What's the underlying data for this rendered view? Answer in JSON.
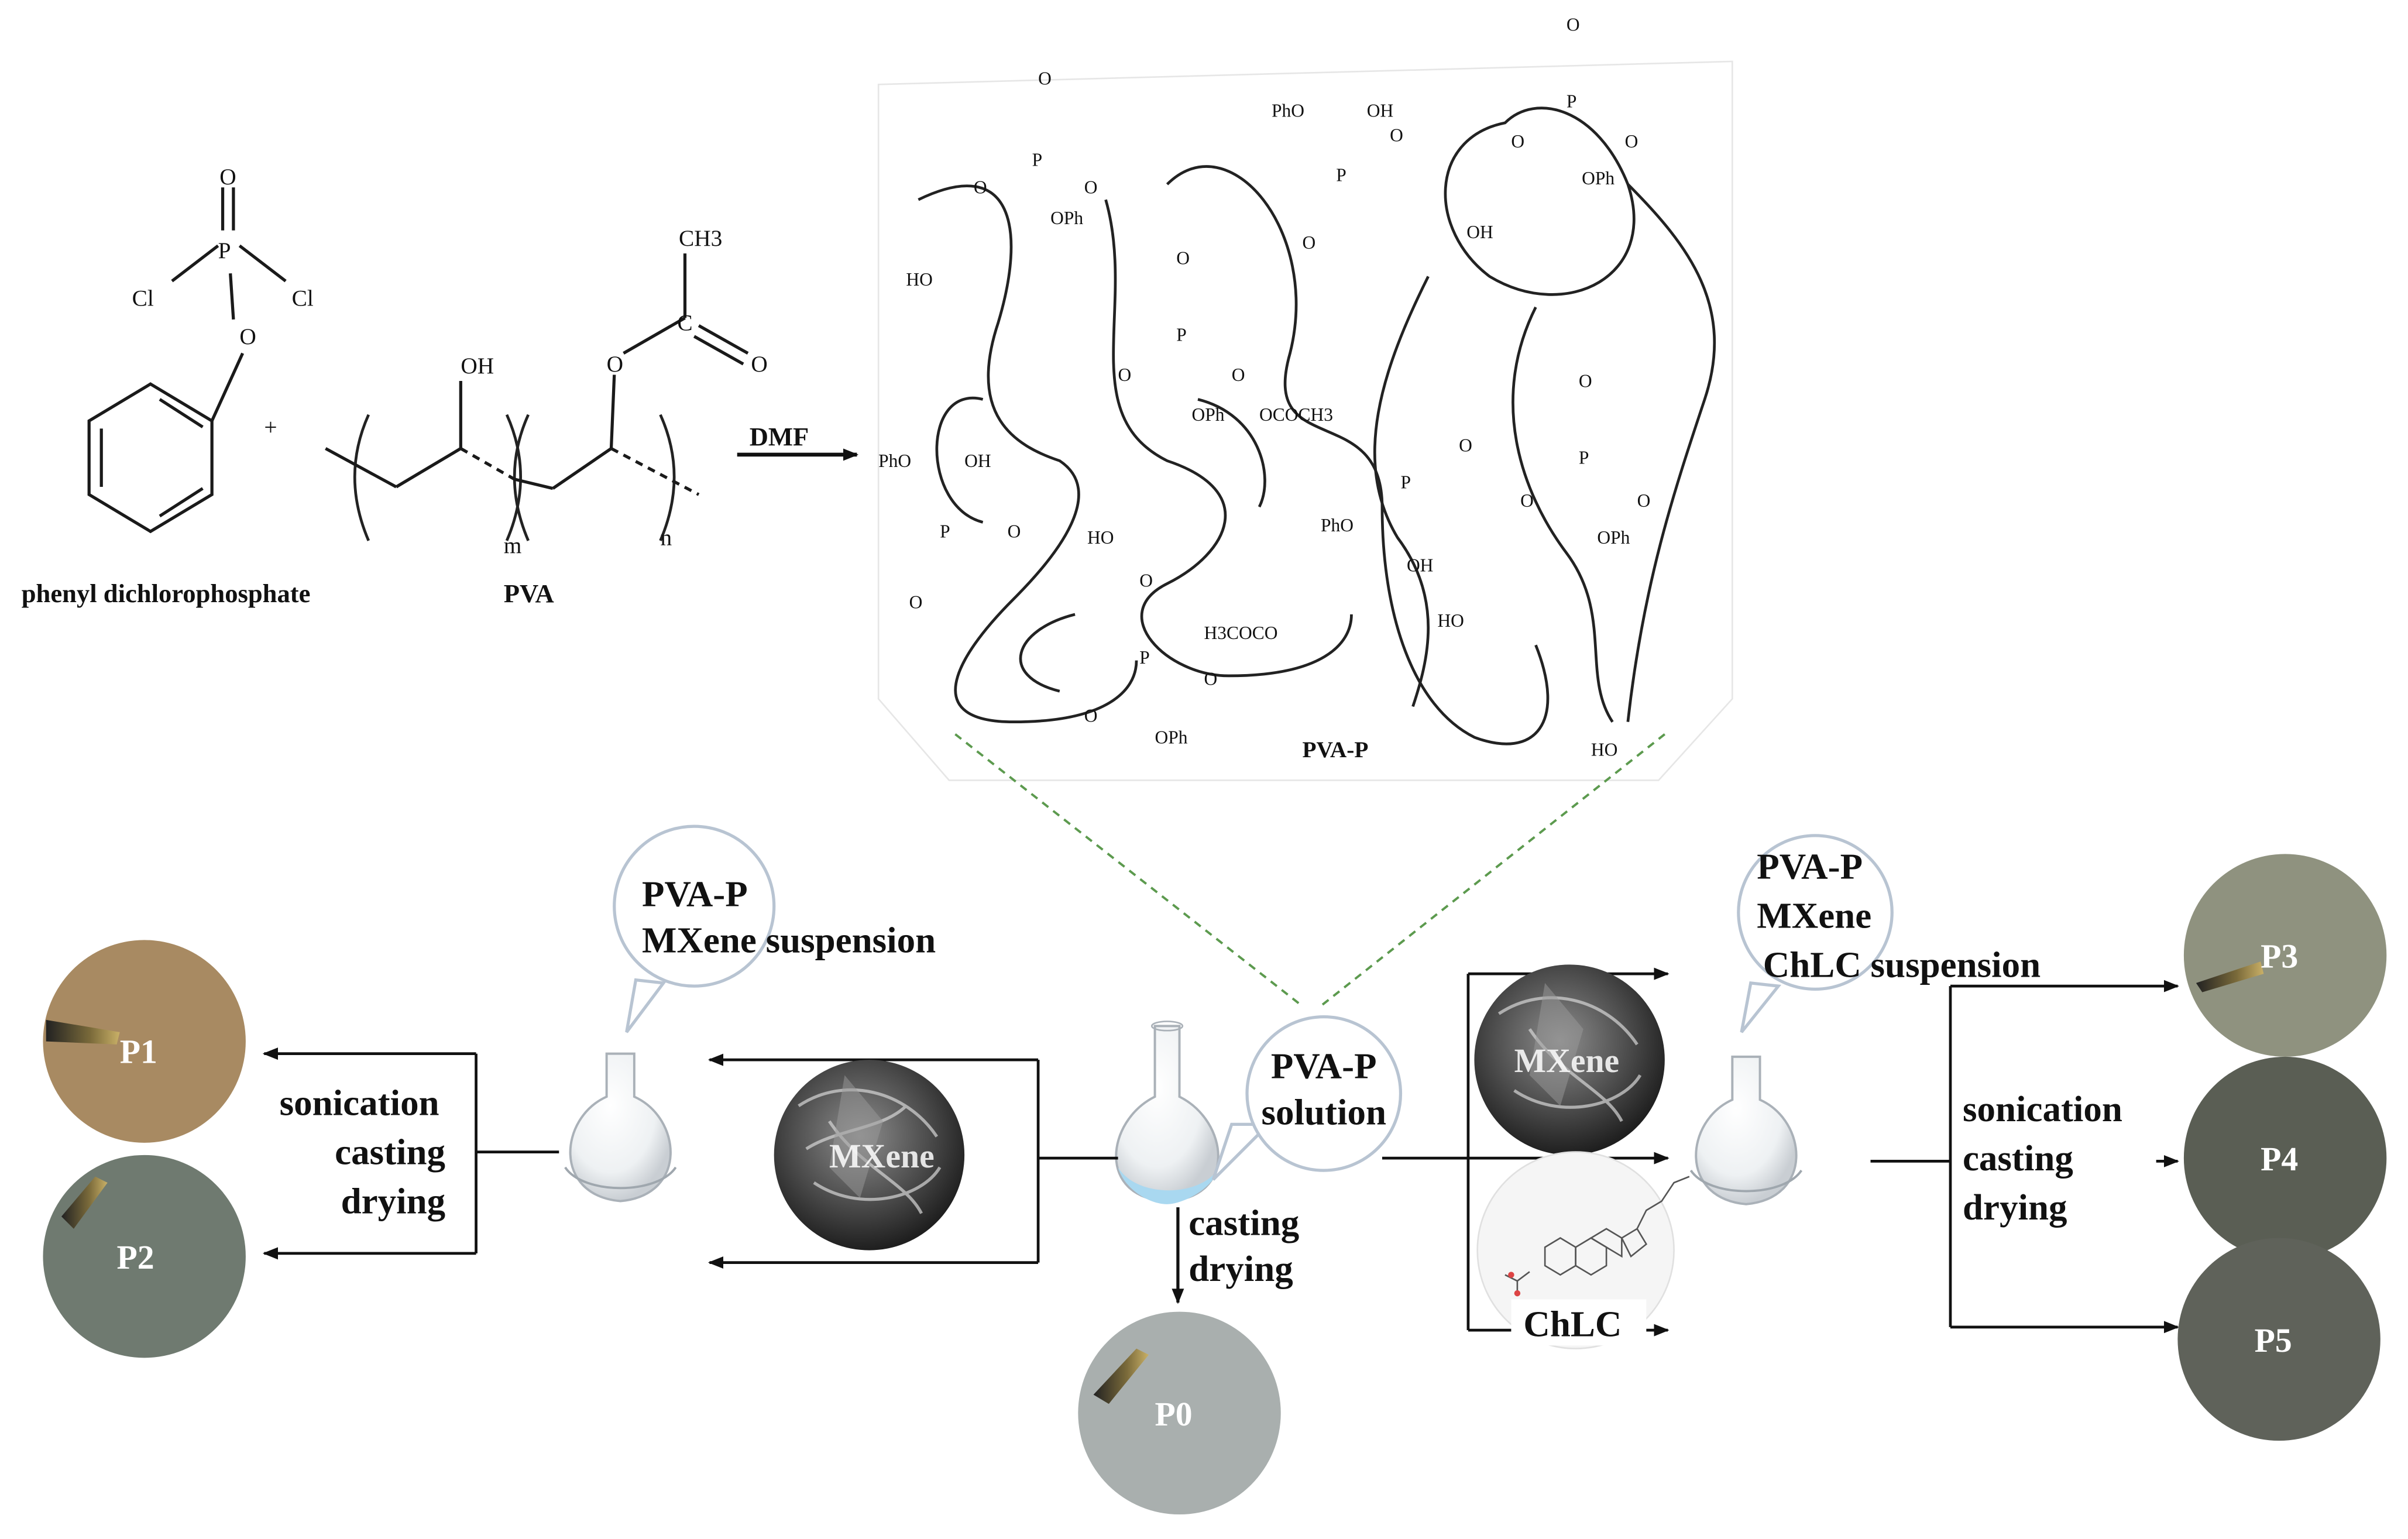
{
  "reaction": {
    "reactant1_label": "phenyl dichlorophosphate",
    "reactant2_label": "PVA",
    "plus": "+",
    "solvent": "DMF",
    "product_label": "PVA-P",
    "atoms": {
      "O": "O",
      "P": "P",
      "Cl": "Cl",
      "OH": "OH",
      "CH3": "CH3",
      "C": "C",
      "m": "m",
      "n": "n",
      "OPh": "OPh",
      "PhO": "PhO",
      "HO": "HO",
      "OCOCH3": "OCOCH3",
      "H3COCO": "H3COCO"
    }
  },
  "process": {
    "center_bubble": [
      "PVA-P",
      "solution"
    ],
    "left_bubble": [
      "PVA-P",
      "MXene suspension"
    ],
    "right_bubble": [
      "PVA-P",
      "MXene",
      "ChLC suspension"
    ],
    "left_steps": [
      "sonication",
      "casting",
      "drying"
    ],
    "right_steps": [
      "sonication",
      "casting",
      "drying"
    ],
    "center_steps": [
      "casting",
      "drying"
    ],
    "mxene_label": "MXene",
    "chlc_label": "ChLC",
    "samples": [
      "P0",
      "P1",
      "P2",
      "P3",
      "P4",
      "P5"
    ]
  },
  "colors": {
    "p1": "#a88a62",
    "p2": "#6f7a70",
    "p0": "#a9afae",
    "p3": "#8f927f",
    "p4": "#5a5e54",
    "p5": "#5f625a",
    "dashed_connector": "#5c9a4e",
    "bubble_stroke": "#b8c4d2"
  }
}
